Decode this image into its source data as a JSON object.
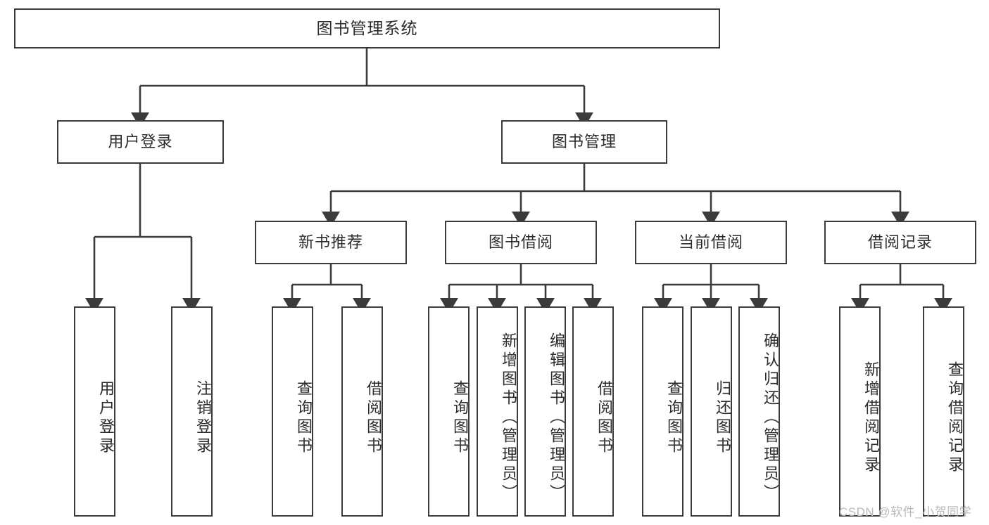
{
  "diagram": {
    "title": "图书管理系统",
    "type": "tree-hierarchy-diagram",
    "colors": {
      "node_border": "#3b3b3b",
      "node_fill": "#ffffff",
      "connector": "#3b3b3b",
      "text": "#2b2b2b",
      "watermark": "#b9b9b9",
      "background": "#ffffff"
    },
    "root": {
      "label": "图书管理系统"
    },
    "level2": [
      {
        "label": "用户登录"
      },
      {
        "label": "图书管理"
      }
    ],
    "level3": [
      {
        "label": "新书推荐"
      },
      {
        "label": "图书借阅"
      },
      {
        "label": "当前借阅"
      },
      {
        "label": "借阅记录"
      }
    ],
    "leaves_user_login": [
      {
        "label": "用户登录"
      },
      {
        "label": "注销登录"
      }
    ],
    "leaves_new_book": [
      {
        "label": "查询图书"
      },
      {
        "label": "借阅图书"
      }
    ],
    "leaves_borrow": [
      {
        "label": "查询图书"
      },
      {
        "label": "新增图书（管理员）"
      },
      {
        "label": "编辑图书（管理员）"
      },
      {
        "label": "借阅图书"
      }
    ],
    "leaves_current": [
      {
        "label": "查询图书"
      },
      {
        "label": "归还图书"
      },
      {
        "label": "确认归还（管理员）"
      }
    ],
    "leaves_records": [
      {
        "label": "新增借阅记录"
      },
      {
        "label": "查询借阅记录"
      }
    ]
  },
  "watermark": {
    "text": "CSDN @软件_小贺同学"
  }
}
